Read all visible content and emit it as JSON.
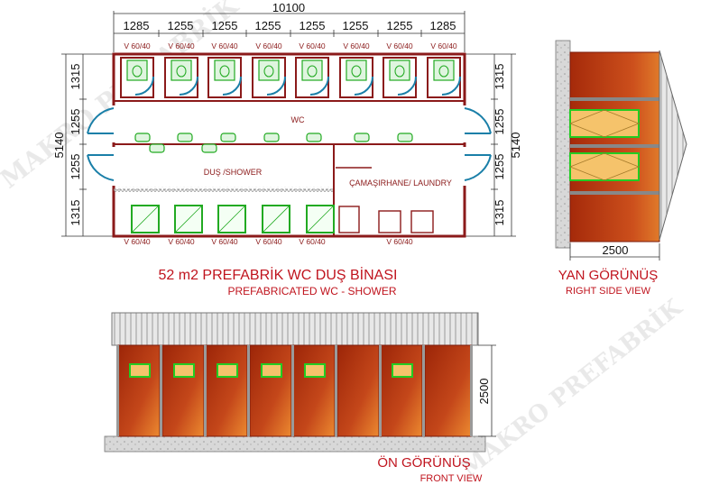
{
  "plan": {
    "dims_top": [
      "1285",
      "1255",
      "1255",
      "1255",
      "1255",
      "1255",
      "1255",
      "1285"
    ],
    "dim_total": "10100",
    "dims_left": [
      "1315",
      "1255",
      "1255",
      "1315"
    ],
    "dims_right": [
      "1315",
      "1255",
      "1255",
      "1315"
    ],
    "dim_height": "5140",
    "window_label": "V 60/40",
    "room_wc": "WC",
    "room_shower": "DUŞ /SHOWER",
    "room_laundry": "ÇAMAŞIRHANE/ LAUNDRY"
  },
  "titles": {
    "main_tr": "52 m2 PREFABRİK WC DUŞ BİNASI",
    "main_en": "PREFABRICATED WC - SHOWER",
    "side_tr": "YAN GÖRÜNÜŞ",
    "side_en": "RIGHT SIDE VIEW",
    "front_tr": "ÖN GÖRÜNÜŞ",
    "front_en": "FRONT VIEW"
  },
  "side_view": {
    "width_dim": "2500"
  },
  "front_view": {
    "height_dim": "2500"
  },
  "watermark": "MAKRO PREFABRİK",
  "colors": {
    "dim_line": "#333333",
    "wall": "#8b1a1a",
    "fixture": "#22aa22",
    "door": "#1a7fa8",
    "title_red": "#c0141e",
    "panel_dark": "#a52a0a",
    "panel_light": "#e07a2a"
  }
}
